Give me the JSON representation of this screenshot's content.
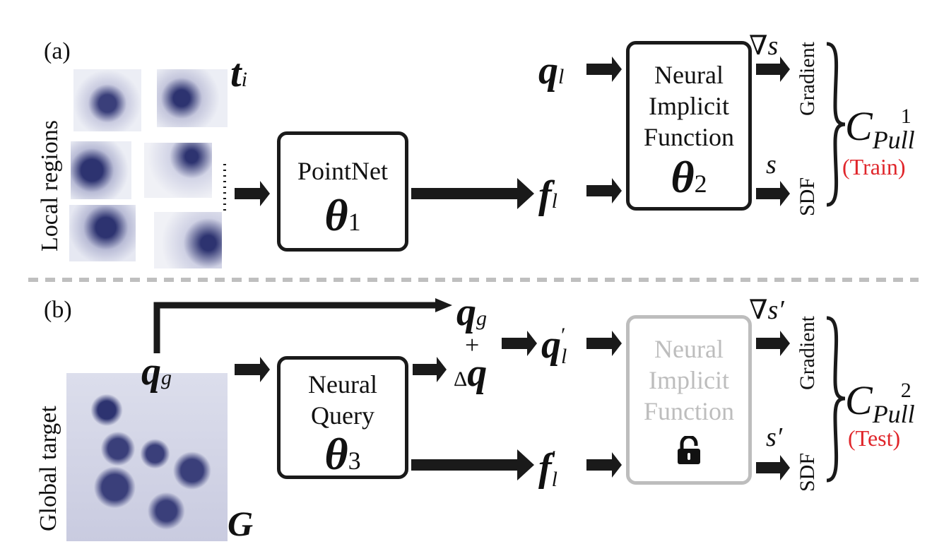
{
  "panel_a": {
    "label": "(a)",
    "local_regions_label": "Local regions",
    "patch_var": "t",
    "patch_sub": "i",
    "pointnet": {
      "title": "PointNet",
      "theta": "θ",
      "theta_sub": "1"
    },
    "q": {
      "var": "q",
      "sub": "l"
    },
    "f": {
      "var": "f",
      "sub": "l"
    },
    "nif": {
      "line1": "Neural",
      "line2": "Implicit",
      "line3": "Function",
      "theta": "θ",
      "theta_sub": "2"
    },
    "grad_sym": "∇s",
    "sdf_sym": "s",
    "gradient_label": "Gradient",
    "sdf_label": "SDF",
    "cpull": {
      "c": "C",
      "sub": "Pull",
      "sup": "1"
    },
    "mode": "(Train)"
  },
  "panel_b": {
    "label": "(b)",
    "global_target_label": "Global target",
    "target_var": "G",
    "qg": {
      "var": "q",
      "sub": "g"
    },
    "plus": "+",
    "delta_prefix": "Δ",
    "delta_var": "q",
    "neural_query": {
      "line1": "Neural",
      "line2": "Query",
      "theta": "θ",
      "theta_sub": "3"
    },
    "q_prime": {
      "var": "q",
      "sub": "l",
      "prime": "′"
    },
    "f_prime": {
      "var": "f",
      "sub": "l",
      "prime": "′"
    },
    "nif": {
      "line1": "Neural",
      "line2": "Implicit",
      "line3": "Function"
    },
    "grad_sym": "∇s′",
    "sdf_sym": "s′",
    "gradient_label": "Gradient",
    "sdf_label": "SDF",
    "cpull": {
      "c": "C",
      "sub": "Pull",
      "sup": "2"
    },
    "mode": "(Test)",
    "lock_icon": "lock-icon"
  },
  "colors": {
    "stroke": "#1a1a1a",
    "disabled": "#bdbdbd",
    "accent_red": "#e0262b",
    "point_cloud": "#2d3370",
    "divider": "#bfbfbf"
  }
}
